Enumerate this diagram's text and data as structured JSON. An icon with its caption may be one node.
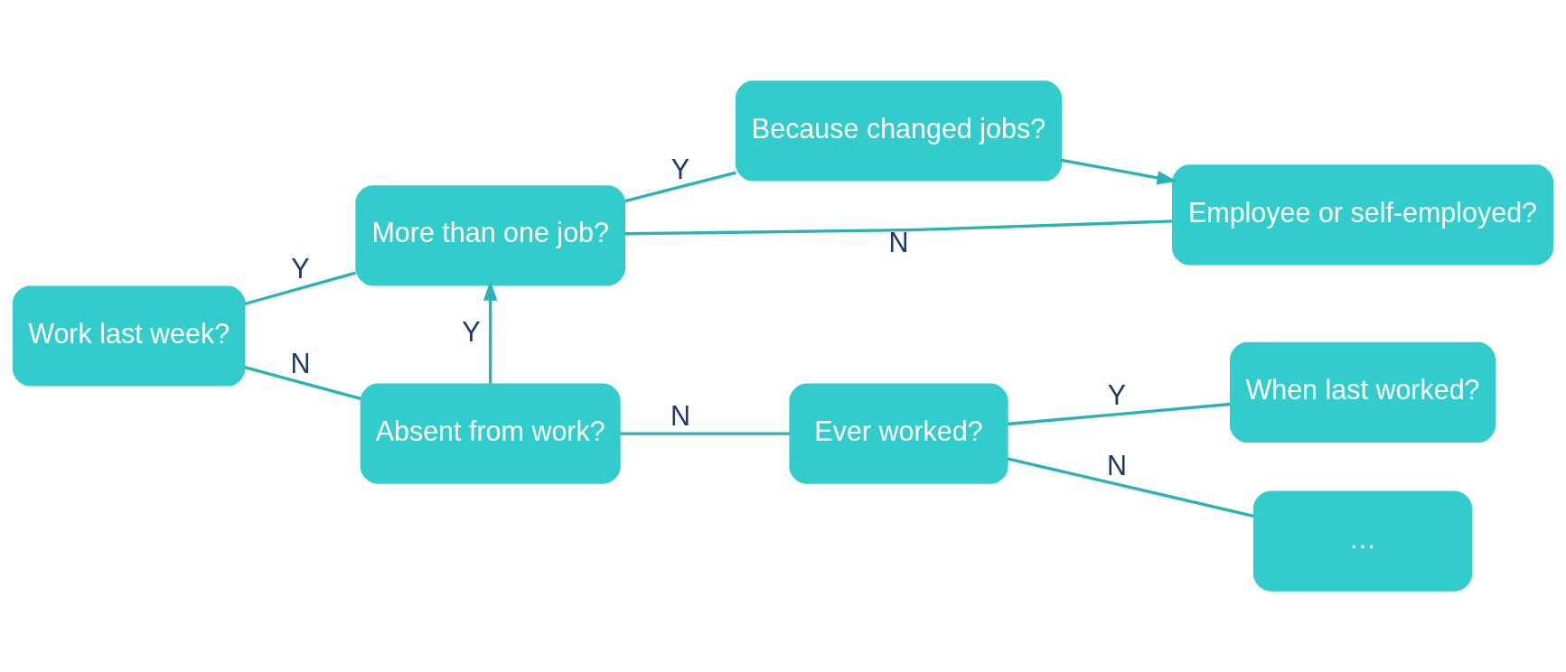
{
  "diagram": {
    "nodes": [
      {
        "text": [
          "Work last week?"
        ]
      },
      {
        "text": [
          "More than one job?"
        ]
      },
      {
        "text": [
          "Absent from work?"
        ]
      },
      {
        "text": [
          "Because changed jobs?"
        ]
      },
      {
        "text": [
          "Employee or self-employed?"
        ]
      },
      {
        "text": [
          "Ever worked?"
        ]
      },
      {
        "text": [
          "When last worked?"
        ]
      },
      {
        "text": [
          "…"
        ]
      }
    ],
    "edges": [
      {
        "from": 0,
        "to": 1,
        "arrow": "none",
        "label": "Y"
      },
      {
        "from": 0,
        "to": 2,
        "arrow": "none",
        "label": "N"
      },
      {
        "from": 2,
        "to": 1,
        "arrow": "to",
        "label": "Y"
      },
      {
        "from": 1,
        "to": 3,
        "arrow": "none",
        "label": "Y"
      },
      {
        "from": 1,
        "to": 4,
        "arrow": "none",
        "label": "N"
      },
      {
        "from": 3,
        "to": 4,
        "arrow": "to"
      },
      {
        "from": 2,
        "to": 5,
        "arrow": "none",
        "label": "N"
      },
      {
        "from": 5,
        "to": 6,
        "arrow": "none",
        "label": "Y"
      },
      {
        "from": 5,
        "to": 7,
        "arrow": "none",
        "label": "N"
      }
    ]
  }
}
